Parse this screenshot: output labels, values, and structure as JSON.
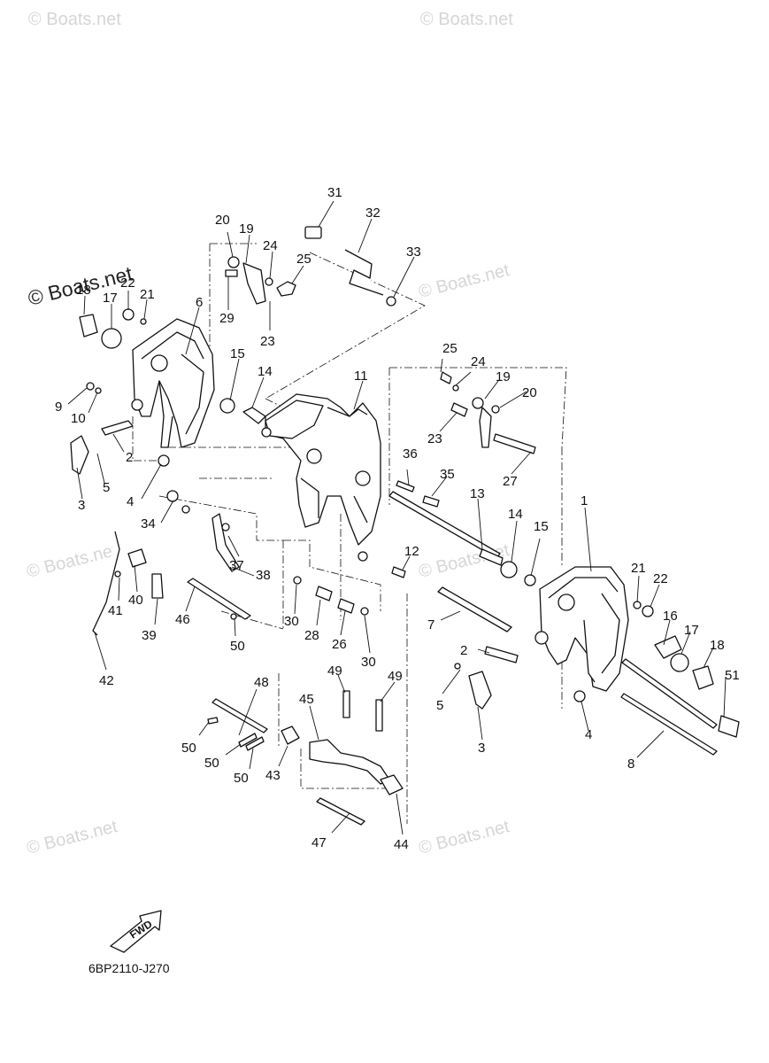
{
  "watermark_text": "© Boats.net",
  "diagram_code": "6BP2110-J270",
  "fwd_label": "FWD",
  "parts": [
    {
      "id": "p31",
      "label": "31"
    },
    {
      "id": "p32",
      "label": "32"
    },
    {
      "id": "p33",
      "label": "33"
    },
    {
      "id": "p20a",
      "label": "20"
    },
    {
      "id": "p19a",
      "label": "19"
    },
    {
      "id": "p24a",
      "label": "24"
    },
    {
      "id": "p25a",
      "label": "25"
    },
    {
      "id": "p29",
      "label": "29"
    },
    {
      "id": "p23a",
      "label": "23"
    },
    {
      "id": "p18a",
      "label": "18"
    },
    {
      "id": "p22a",
      "label": "22"
    },
    {
      "id": "p21a",
      "label": "21"
    },
    {
      "id": "p17a",
      "label": "17"
    },
    {
      "id": "p6",
      "label": "6"
    },
    {
      "id": "p15a",
      "label": "15"
    },
    {
      "id": "p14a",
      "label": "14"
    },
    {
      "id": "p11",
      "label": "11"
    },
    {
      "id": "p9",
      "label": "9"
    },
    {
      "id": "p10",
      "label": "10"
    },
    {
      "id": "p2a",
      "label": "2"
    },
    {
      "id": "p5a",
      "label": "5"
    },
    {
      "id": "p3a",
      "label": "3"
    },
    {
      "id": "p4a",
      "label": "4"
    },
    {
      "id": "p34",
      "label": "34"
    },
    {
      "id": "p36",
      "label": "36"
    },
    {
      "id": "p35",
      "label": "35"
    },
    {
      "id": "p25b",
      "label": "25"
    },
    {
      "id": "p24b",
      "label": "24"
    },
    {
      "id": "p19b",
      "label": "19"
    },
    {
      "id": "p20b",
      "label": "20"
    },
    {
      "id": "p23b",
      "label": "23"
    },
    {
      "id": "p27",
      "label": "27"
    },
    {
      "id": "p1",
      "label": "1"
    },
    {
      "id": "p13",
      "label": "13"
    },
    {
      "id": "p14b",
      "label": "14"
    },
    {
      "id": "p15b",
      "label": "15"
    },
    {
      "id": "p12",
      "label": "12"
    },
    {
      "id": "p37",
      "label": "37"
    },
    {
      "id": "p38",
      "label": "38"
    },
    {
      "id": "p41",
      "label": "41"
    },
    {
      "id": "p40",
      "label": "40"
    },
    {
      "id": "p39",
      "label": "39"
    },
    {
      "id": "p46",
      "label": "46"
    },
    {
      "id": "p50a",
      "label": "50"
    },
    {
      "id": "p42",
      "label": "42"
    },
    {
      "id": "p30a",
      "label": "30"
    },
    {
      "id": "p28",
      "label": "28"
    },
    {
      "id": "p26",
      "label": "26"
    },
    {
      "id": "p30b",
      "label": "30"
    },
    {
      "id": "p7",
      "label": "7"
    },
    {
      "id": "p21b",
      "label": "21"
    },
    {
      "id": "p22b",
      "label": "22"
    },
    {
      "id": "p16",
      "label": "16"
    },
    {
      "id": "p17b",
      "label": "17"
    },
    {
      "id": "p18b",
      "label": "18"
    },
    {
      "id": "p51",
      "label": "51"
    },
    {
      "id": "p2b",
      "label": "2"
    },
    {
      "id": "p5b",
      "label": "5"
    },
    {
      "id": "p3b",
      "label": "3"
    },
    {
      "id": "p4b",
      "label": "4"
    },
    {
      "id": "p8",
      "label": "8"
    },
    {
      "id": "p48",
      "label": "48"
    },
    {
      "id": "p49a",
      "label": "49"
    },
    {
      "id": "p49b",
      "label": "49"
    },
    {
      "id": "p45",
      "label": "45"
    },
    {
      "id": "p50b",
      "label": "50"
    },
    {
      "id": "p50c",
      "label": "50"
    },
    {
      "id": "p50d",
      "label": "50"
    },
    {
      "id": "p43",
      "label": "43"
    },
    {
      "id": "p47",
      "label": "47"
    },
    {
      "id": "p44",
      "label": "44"
    }
  ]
}
